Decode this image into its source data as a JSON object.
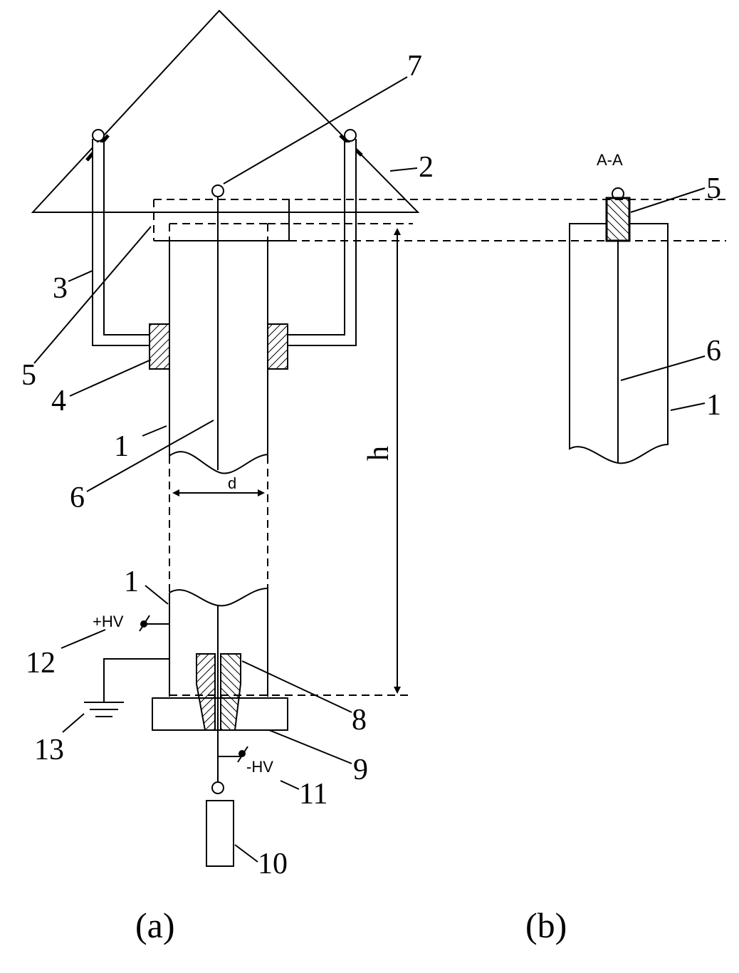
{
  "figure_a": {
    "caption": "(a)",
    "dimension_diameter": "d",
    "dimension_height": "h",
    "label_plus_hv": "+HV",
    "label_minus_hv": "-HV",
    "callouts": {
      "n1_upper": "1",
      "n1_lower": "1",
      "n2": "2",
      "n3": "3",
      "n4": "4",
      "n5": "5",
      "n6": "6",
      "n7": "7",
      "n8": "8",
      "n9": "9",
      "n10": "10",
      "n11": "11",
      "n12": "12",
      "n13": "13"
    }
  },
  "figure_b": {
    "caption": "(b)",
    "section_label": "A-A",
    "callouts": {
      "n5": "5",
      "n6": "6",
      "n1": "1"
    }
  }
}
